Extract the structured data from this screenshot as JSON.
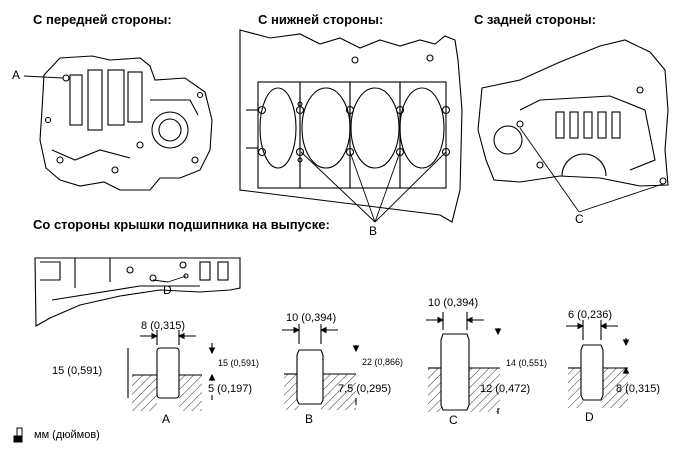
{
  "views": {
    "front": "С передней стороны:",
    "bottom": "С нижней стороны:",
    "rear": "С задней стороны:",
    "bearing_cap": "Со стороны крышки подшипника на выпуске:"
  },
  "labels": {
    "A": "A",
    "B": "B",
    "C": "C",
    "D": "D"
  },
  "pins": [
    {
      "id": "A",
      "width": "8 (0,315)",
      "total": "15 (0,591)",
      "height": "15 (0,591)",
      "depth": "5 (0,197)"
    },
    {
      "id": "B",
      "width": "10 (0,394)",
      "height": "22 (0,866)",
      "depth": "7,5 (0,295)"
    },
    {
      "id": "C",
      "width": "10 (0,394)",
      "height": "14 (0,551)",
      "depth": "12 (0,472)"
    },
    {
      "id": "D",
      "width": "6 (0,236)",
      "depth": "8 (0,315)"
    }
  ],
  "units": "мм (дюймов)"
}
